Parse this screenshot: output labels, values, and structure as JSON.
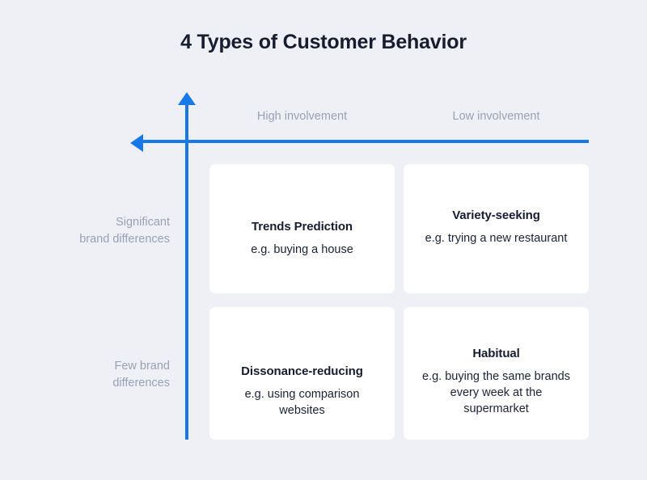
{
  "title": "4 Types of Customer Behavior",
  "colors": {
    "background": "#eef0f5",
    "axis": "#1779e8",
    "card_background": "#ffffff",
    "title_text": "#171c2e",
    "label_text": "#9aa1b4",
    "body_text": "#1b2233"
  },
  "axes": {
    "vertical": {
      "name": "vertical-axis",
      "direction": "up"
    },
    "horizontal": {
      "name": "horizontal-axis",
      "direction": "left"
    }
  },
  "columns": [
    {
      "label": "High involvement"
    },
    {
      "label": "Low involvement"
    }
  ],
  "rows": [
    {
      "label": "Significant\nbrand differences",
      "line1": "Significant",
      "line2": "brand differences"
    },
    {
      "label": "Few brand\ndifferences",
      "line1": "Few brand",
      "line2": "differences"
    }
  ],
  "quadrants": [
    {
      "id": "trends-prediction",
      "title": "Trends Prediction",
      "example": "e.g. buying a house",
      "column": "High involvement",
      "row": "Significant brand differences"
    },
    {
      "id": "variety-seeking",
      "title": "Variety-seeking",
      "example": "e.g. trying a new restaurant",
      "column": "Low involvement",
      "row": "Significant brand differences"
    },
    {
      "id": "dissonance-reducing",
      "title": "Dissonance-reducing",
      "example": "e.g. using comparison websites",
      "column": "High involvement",
      "row": "Few brand differences"
    },
    {
      "id": "habitual",
      "title": "Habitual",
      "example": "e.g. buying the same brands every week at the supermarket",
      "column": "Low involvement",
      "row": "Few brand differences"
    }
  ]
}
